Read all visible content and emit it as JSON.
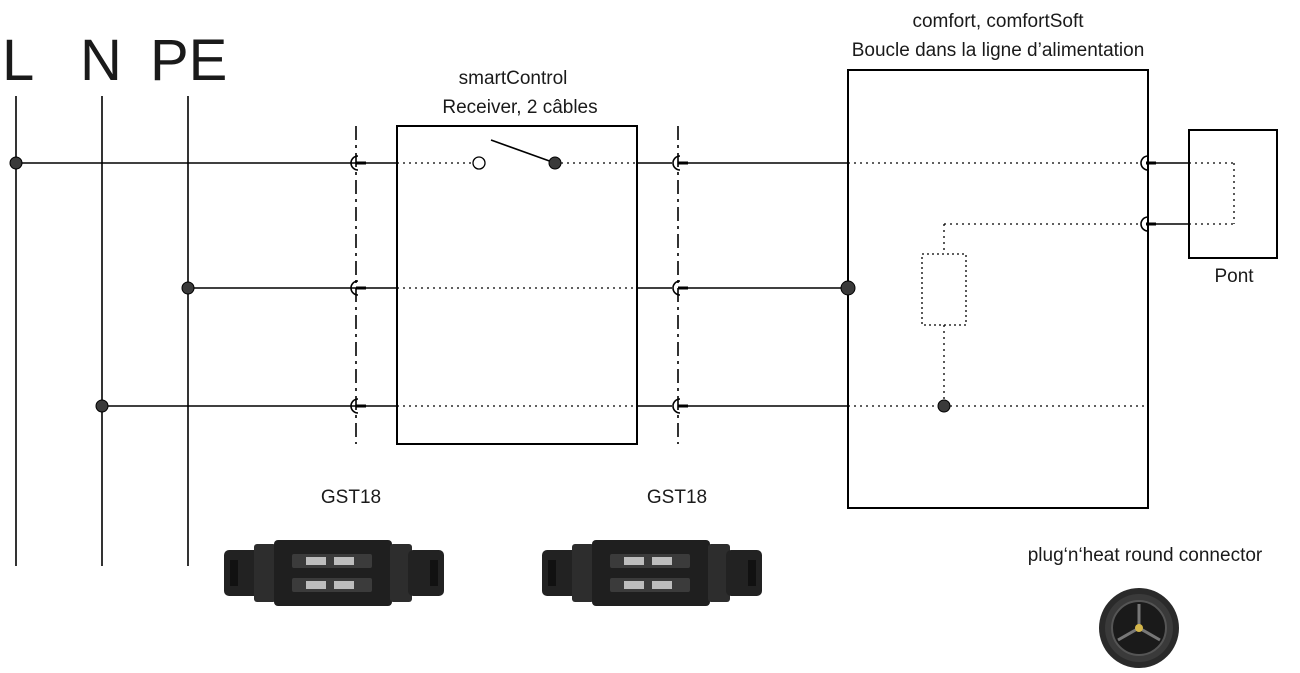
{
  "rails": {
    "l": "L",
    "n": "N",
    "pe": "PE"
  },
  "receiver": {
    "title": "smartControl",
    "subtitle": "Receiver, 2 câbles"
  },
  "heater": {
    "title": "comfort, comfortSoft",
    "subtitle": "Boucle dans la ligne d’alimentation"
  },
  "bridge": {
    "label": "Pont"
  },
  "connectors": {
    "left": "GST18",
    "right": "GST18",
    "round": "plug‘n‘heat round connector"
  },
  "colors": {
    "line": "#000000",
    "node": "#3a3a3a",
    "connector_body": "#2a2a2a"
  }
}
